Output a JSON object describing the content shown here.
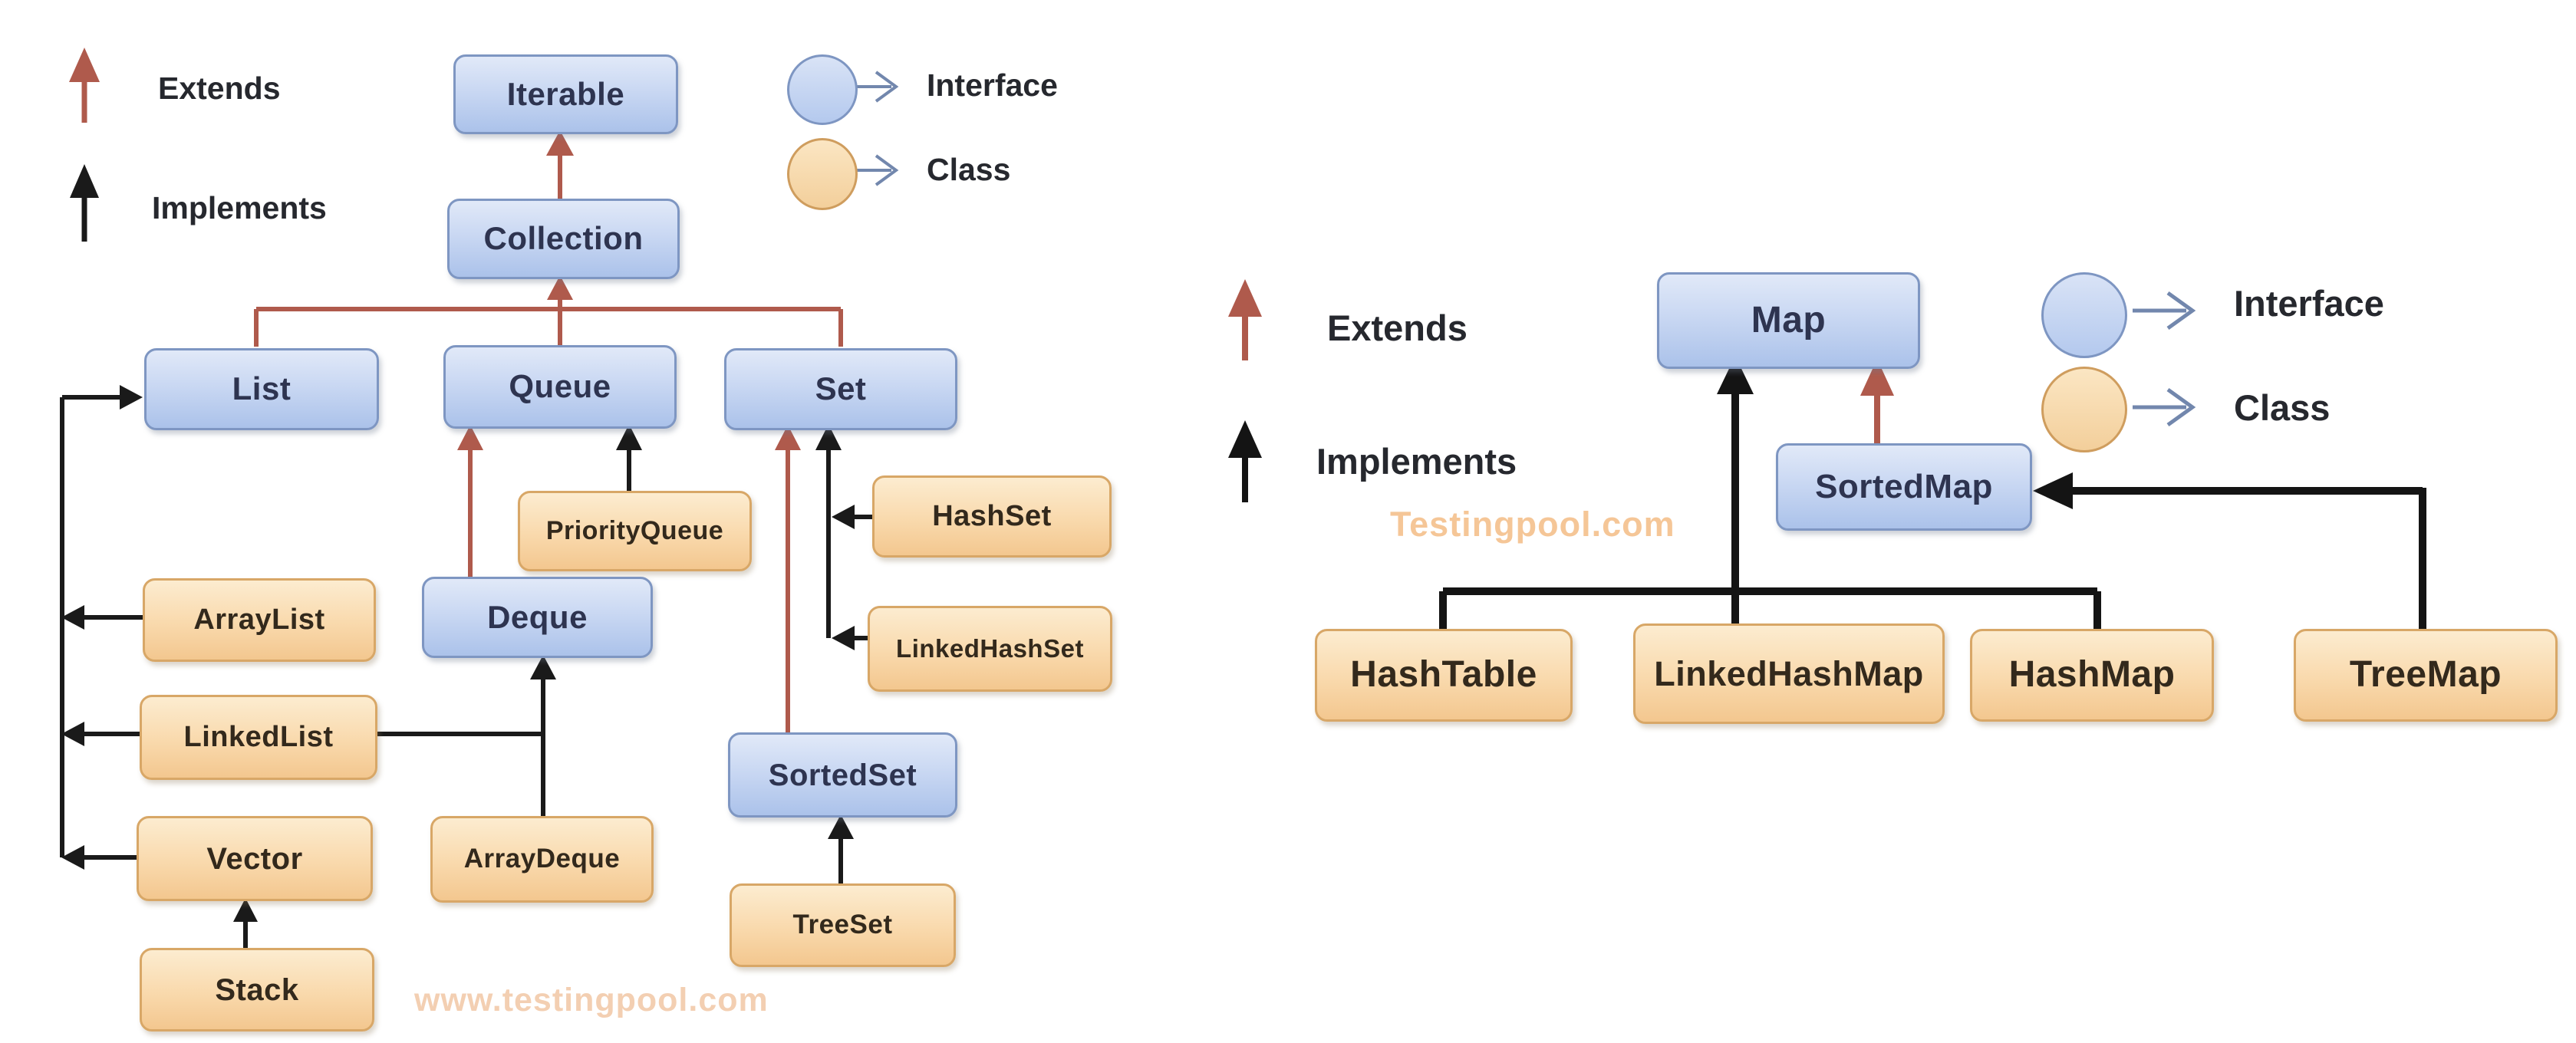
{
  "left_diagram": {
    "legend": {
      "extends": "Extends",
      "implements": "Implements",
      "interface": "Interface",
      "class_label": "Class"
    },
    "nodes": {
      "iterable": {
        "label": "Iterable",
        "type": "interface"
      },
      "collection": {
        "label": "Collection",
        "type": "interface"
      },
      "list": {
        "label": "List",
        "type": "interface"
      },
      "queue": {
        "label": "Queue",
        "type": "interface"
      },
      "set": {
        "label": "Set",
        "type": "interface"
      },
      "priorityqueue": {
        "label": "PriorityQueue",
        "type": "class"
      },
      "hashset": {
        "label": "HashSet",
        "type": "class"
      },
      "deque": {
        "label": "Deque",
        "type": "interface"
      },
      "linkedhashset": {
        "label": "LinkedHashSet",
        "type": "class"
      },
      "arraylist": {
        "label": "ArrayList",
        "type": "class"
      },
      "linkedlist": {
        "label": "LinkedList",
        "type": "class"
      },
      "vector": {
        "label": "Vector",
        "type": "class"
      },
      "arraydeque": {
        "label": "ArrayDeque",
        "type": "class"
      },
      "sortedset": {
        "label": "SortedSet",
        "type": "interface"
      },
      "treeset": {
        "label": "TreeSet",
        "type": "class"
      },
      "stack": {
        "label": "Stack",
        "type": "class"
      }
    },
    "edges": [
      {
        "from": "Collection",
        "to": "Iterable",
        "type": "extends"
      },
      {
        "from": "List",
        "to": "Collection",
        "type": "extends"
      },
      {
        "from": "Queue",
        "to": "Collection",
        "type": "extends"
      },
      {
        "from": "Set",
        "to": "Collection",
        "type": "extends"
      },
      {
        "from": "Deque",
        "to": "Queue",
        "type": "extends"
      },
      {
        "from": "SortedSet",
        "to": "Set",
        "type": "extends"
      },
      {
        "from": "PriorityQueue",
        "to": "Queue",
        "type": "implements"
      },
      {
        "from": "HashSet",
        "to": "Set",
        "type": "implements"
      },
      {
        "from": "LinkedHashSet",
        "to": "Set",
        "type": "implements"
      },
      {
        "from": "ArrayList",
        "to": "List",
        "type": "implements"
      },
      {
        "from": "LinkedList",
        "to": "List",
        "type": "implements"
      },
      {
        "from": "Vector",
        "to": "List",
        "type": "implements"
      },
      {
        "from": "LinkedList",
        "to": "Deque",
        "type": "implements"
      },
      {
        "from": "ArrayDeque",
        "to": "Deque",
        "type": "implements"
      },
      {
        "from": "TreeSet",
        "to": "SortedSet",
        "type": "implements"
      },
      {
        "from": "Stack",
        "to": "Vector",
        "type": "implements"
      }
    ],
    "watermark": "www.testingpool.com"
  },
  "right_diagram": {
    "legend": {
      "extends": "Extends",
      "implements": "Implements",
      "interface": "Interface",
      "class_label": "Class"
    },
    "nodes": {
      "map": {
        "label": "Map",
        "type": "interface"
      },
      "sortedmap": {
        "label": "SortedMap",
        "type": "interface"
      },
      "hashtable": {
        "label": "HashTable",
        "type": "class"
      },
      "linkedhashmap": {
        "label": "LinkedHashMap",
        "type": "class"
      },
      "hashmap": {
        "label": "HashMap",
        "type": "class"
      },
      "treemap": {
        "label": "TreeMap",
        "type": "class"
      }
    },
    "edges": [
      {
        "from": "SortedMap",
        "to": "Map",
        "type": "extends"
      },
      {
        "from": "HashTable",
        "to": "Map",
        "type": "implements"
      },
      {
        "from": "LinkedHashMap",
        "to": "Map",
        "type": "implements"
      },
      {
        "from": "HashMap",
        "to": "Map",
        "type": "implements"
      },
      {
        "from": "TreeMap",
        "to": "SortedMap",
        "type": "implements"
      }
    ],
    "watermark": "Testingpool.com"
  },
  "colors": {
    "interface_fill": "#c3d4f0",
    "interface_border": "#7e96c2",
    "class_fill": "#f8d8ab",
    "class_border": "#d8a767",
    "extends_arrow": "#af5a4c",
    "implements_arrow": "#1a1a1a",
    "legend_pointer": "#7287ad",
    "watermark": "#f0c49a"
  }
}
